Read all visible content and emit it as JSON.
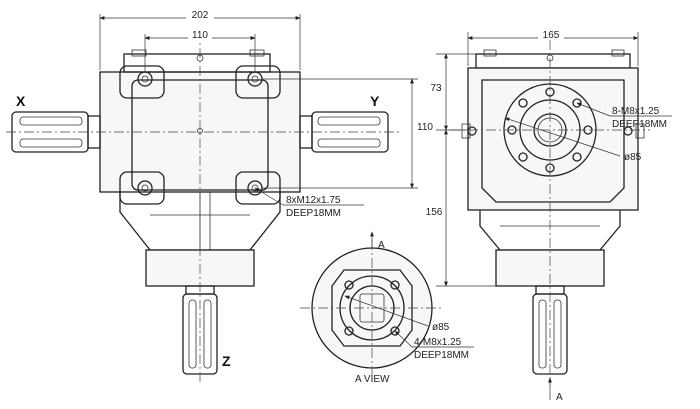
{
  "front_view": {
    "overall_width": "202",
    "bolt_spacing": "110",
    "height": "110",
    "bolt_note_line1": "8xM12x1.75",
    "bolt_note_line2": "DEEP18MM",
    "shaft_left": "X",
    "shaft_right": "Y",
    "shaft_bottom": "Z"
  },
  "side_view": {
    "width": "165",
    "upper_height": "73",
    "lower_height": "156",
    "bolt_note_line1": "8-M8x1.25",
    "bolt_note_line2": "DEEP18MM",
    "bore_diameter": "ø85",
    "view_arrow": "A"
  },
  "a_view": {
    "arrow_label": "A",
    "bore_diameter": "ø85",
    "bolt_note_line1": "4-M8x1.25",
    "bolt_note_line2": "DEEP18MM",
    "title": "A VIEW"
  }
}
